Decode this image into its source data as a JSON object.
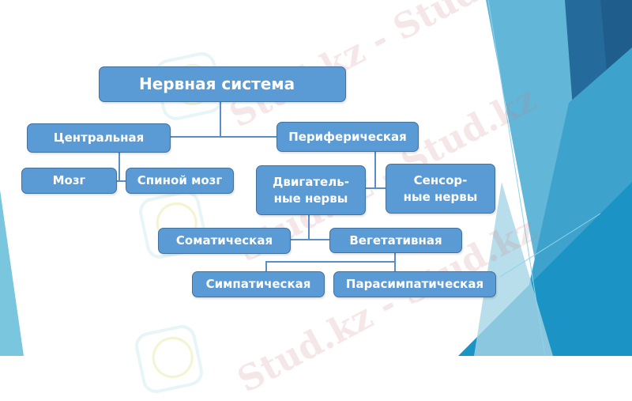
{
  "diagram": {
    "root": {
      "label": "Нервная система"
    },
    "central": {
      "label": "Центральная",
      "children": [
        {
          "label": "Мозг"
        },
        {
          "label": "Спиной мозг"
        }
      ]
    },
    "peripheral": {
      "label": "Периферическая",
      "children": [
        {
          "label": "Двигатель-\nные нервы"
        },
        {
          "label": "Сенсор-\nные нервы"
        }
      ]
    },
    "motor": {
      "children": [
        {
          "label": "Соматическая"
        },
        {
          "label": "Вегетативная"
        }
      ]
    },
    "autonomic": {
      "children": [
        {
          "label": "Симпатическая"
        },
        {
          "label": "Парасимпатическая"
        }
      ]
    }
  },
  "watermark": {
    "text": "Stud.kz - Stud.kz"
  },
  "colors": {
    "node_fill": "#5b9bd5",
    "node_border": "#41719c",
    "connector": "#5b8fc4",
    "deco_dark": "#1f5e8c",
    "deco_mid": "#4aa8cf",
    "deco_light": "#7ac6df"
  }
}
